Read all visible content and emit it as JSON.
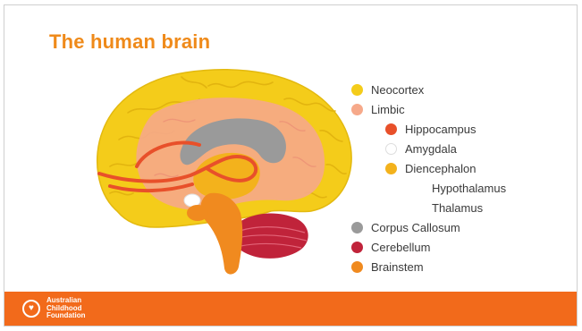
{
  "slide": {
    "title": "The human brain"
  },
  "legend": [
    {
      "label": "Neocortex",
      "color": "#f4cc1a",
      "indent": 0,
      "has_dot": true
    },
    {
      "label": "Limbic",
      "color": "#f6a98a",
      "indent": 0,
      "has_dot": true
    },
    {
      "label": "Hippocampus",
      "color": "#e8502a",
      "indent": 1,
      "has_dot": true
    },
    {
      "label": "Amygdala",
      "color": "#ffffff",
      "indent": 1,
      "has_dot": true
    },
    {
      "label": "Diencephalon",
      "color": "#f3b21c",
      "indent": 1,
      "has_dot": true
    },
    {
      "label": "Hypothalamus",
      "color": "",
      "indent": 2,
      "has_dot": false
    },
    {
      "label": "Thalamus",
      "color": "",
      "indent": 2,
      "has_dot": false
    },
    {
      "label": "Corpus Callosum",
      "color": "#9a9a9a",
      "indent": 0,
      "has_dot": true
    },
    {
      "label": "Cerebellum",
      "color": "#c0233a",
      "indent": 0,
      "has_dot": true
    },
    {
      "label": "Brainstem",
      "color": "#f08a1f",
      "indent": 0,
      "has_dot": true
    }
  ],
  "footer": {
    "org_line1": "Australian",
    "org_line2": "Childhood",
    "org_line3": "Foundation",
    "logo_icon": "heart-icon",
    "bar_color": "#f26a1b"
  },
  "colors": {
    "title": "#ef8a1a"
  }
}
